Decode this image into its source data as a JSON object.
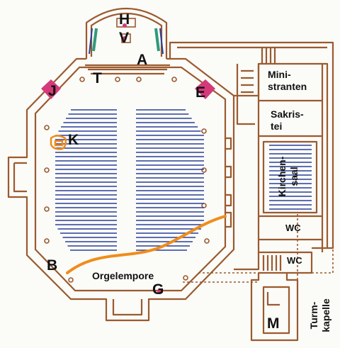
{
  "colors": {
    "wall": "#9b5a2e",
    "seating": "#2a3f9a",
    "gallery_line": "#f08c1a",
    "marker": "#d43a7a",
    "window": "#2d9a78",
    "paper": "#fbfbf8"
  },
  "labels": {
    "H": "H",
    "V": "V",
    "A": "A",
    "T": "T",
    "J": "J",
    "E": "E",
    "K": "K",
    "B": "B",
    "G": "G",
    "M": "M",
    "orgelempore": "Orgelempore",
    "ministranten": "Mini-\nstranten",
    "sakristei": "Sakris-\ntei",
    "kirchensaal": "Kirchen-\nsaal",
    "wc1": "WC",
    "wc2": "WC",
    "turmkapelle": "Turm-\nkapelle"
  }
}
